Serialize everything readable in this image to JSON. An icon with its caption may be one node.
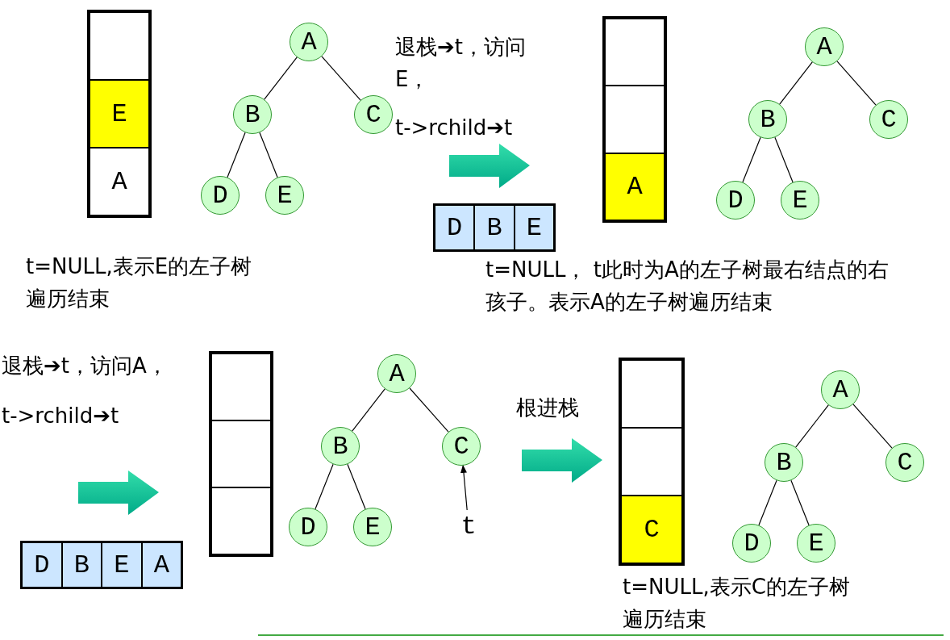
{
  "diagram": {
    "nodes": [
      {
        "text": [],
        "shape": "box"
      },
      {
        "text": [],
        "shape": "box",
        "in": 0
      },
      {
        "text": [
          "E"
        ],
        "in": 0
      },
      {
        "text": [
          "A"
        ],
        "in": 0
      },
      {
        "text": [
          "A"
        ]
      },
      {
        "text": [
          "B"
        ]
      },
      {
        "text": [
          "C"
        ]
      },
      {
        "text": [
          "D"
        ]
      },
      {
        "text": [
          "E"
        ]
      },
      {
        "text": [],
        "shape": "box"
      },
      {
        "text": [],
        "shape": "box",
        "in": 9
      },
      {
        "text": [],
        "shape": "box",
        "in": 9
      },
      {
        "text": [
          "A"
        ],
        "in": 9
      },
      {
        "text": [],
        "shape": "box"
      },
      {
        "text": [
          "D"
        ],
        "in": 13
      },
      {
        "text": [
          "B"
        ],
        "in": 13
      },
      {
        "text": [
          "E"
        ],
        "in": 13
      },
      {
        "text": [
          "A"
        ]
      },
      {
        "text": [
          "B"
        ]
      },
      {
        "text": [
          "C"
        ]
      },
      {
        "text": [
          "D"
        ]
      },
      {
        "text": [
          "E"
        ]
      },
      {
        "text": [],
        "shape": "box"
      },
      {
        "text": [],
        "shape": "box",
        "in": 22
      },
      {
        "text": [],
        "shape": "box",
        "in": 22
      },
      {
        "text": [],
        "shape": "box",
        "in": 22
      },
      {
        "text": [],
        "shape": "box"
      },
      {
        "text": [
          "D"
        ],
        "in": 26
      },
      {
        "text": [
          "B"
        ],
        "in": 26
      },
      {
        "text": [
          "E"
        ],
        "in": 26
      },
      {
        "text": [
          "A"
        ],
        "in": 26
      },
      {
        "text": [
          "A"
        ]
      },
      {
        "text": [
          "B"
        ]
      },
      {
        "text": [
          "C"
        ]
      },
      {
        "text": [
          "D"
        ]
      },
      {
        "text": [
          "E"
        ]
      },
      {
        "text": [
          "t"
        ]
      },
      {
        "text": [],
        "shape": "box"
      },
      {
        "text": [],
        "shape": "box",
        "in": 37
      },
      {
        "text": [],
        "shape": "box",
        "in": 37
      },
      {
        "text": [
          "C"
        ],
        "in": 37
      },
      {
        "text": [
          "A"
        ]
      },
      {
        "text": [
          "B"
        ]
      },
      {
        "text": [
          "C"
        ]
      },
      {
        "text": [
          "D"
        ]
      },
      {
        "text": [
          "E"
        ]
      }
    ],
    "edges": [
      {
        "from": 4,
        "to": 5,
        "arrow": "none"
      },
      {
        "from": 4,
        "to": 6,
        "arrow": "none"
      },
      {
        "from": 5,
        "to": 7,
        "arrow": "none"
      },
      {
        "from": 5,
        "to": 8,
        "arrow": "none"
      },
      {
        "from": 17,
        "to": 18,
        "arrow": "none"
      },
      {
        "from": 17,
        "to": 19,
        "arrow": "none"
      },
      {
        "from": 18,
        "to": 20,
        "arrow": "none"
      },
      {
        "from": 18,
        "to": 21,
        "arrow": "none"
      },
      {
        "from": 31,
        "to": 32,
        "arrow": "none"
      },
      {
        "from": 31,
        "to": 33,
        "arrow": "none"
      },
      {
        "from": 32,
        "to": 34,
        "arrow": "none"
      },
      {
        "from": 32,
        "to": 35,
        "arrow": "none"
      },
      {
        "from": 36,
        "to": 33,
        "arrow": "to"
      },
      {
        "from": 41,
        "to": 42,
        "arrow": "none"
      },
      {
        "from": 41,
        "to": 43,
        "arrow": "none"
      },
      {
        "from": 42,
        "to": 44,
        "arrow": "none"
      },
      {
        "from": 42,
        "to": 45,
        "arrow": "none"
      }
    ],
    "labels": [
      "t=NULL,表示E的左子树遍历结束",
      "退栈➔t，访问E，",
      "t->rchild➔t",
      "t=NULL， t此时为A的左子树最右结点的右孩子。表示A的左子树遍历结束",
      "退栈➔t，访问A，",
      "t->rchild➔t",
      "根进栈",
      "t=NULL,表示C的左子树遍历结束"
    ]
  }
}
